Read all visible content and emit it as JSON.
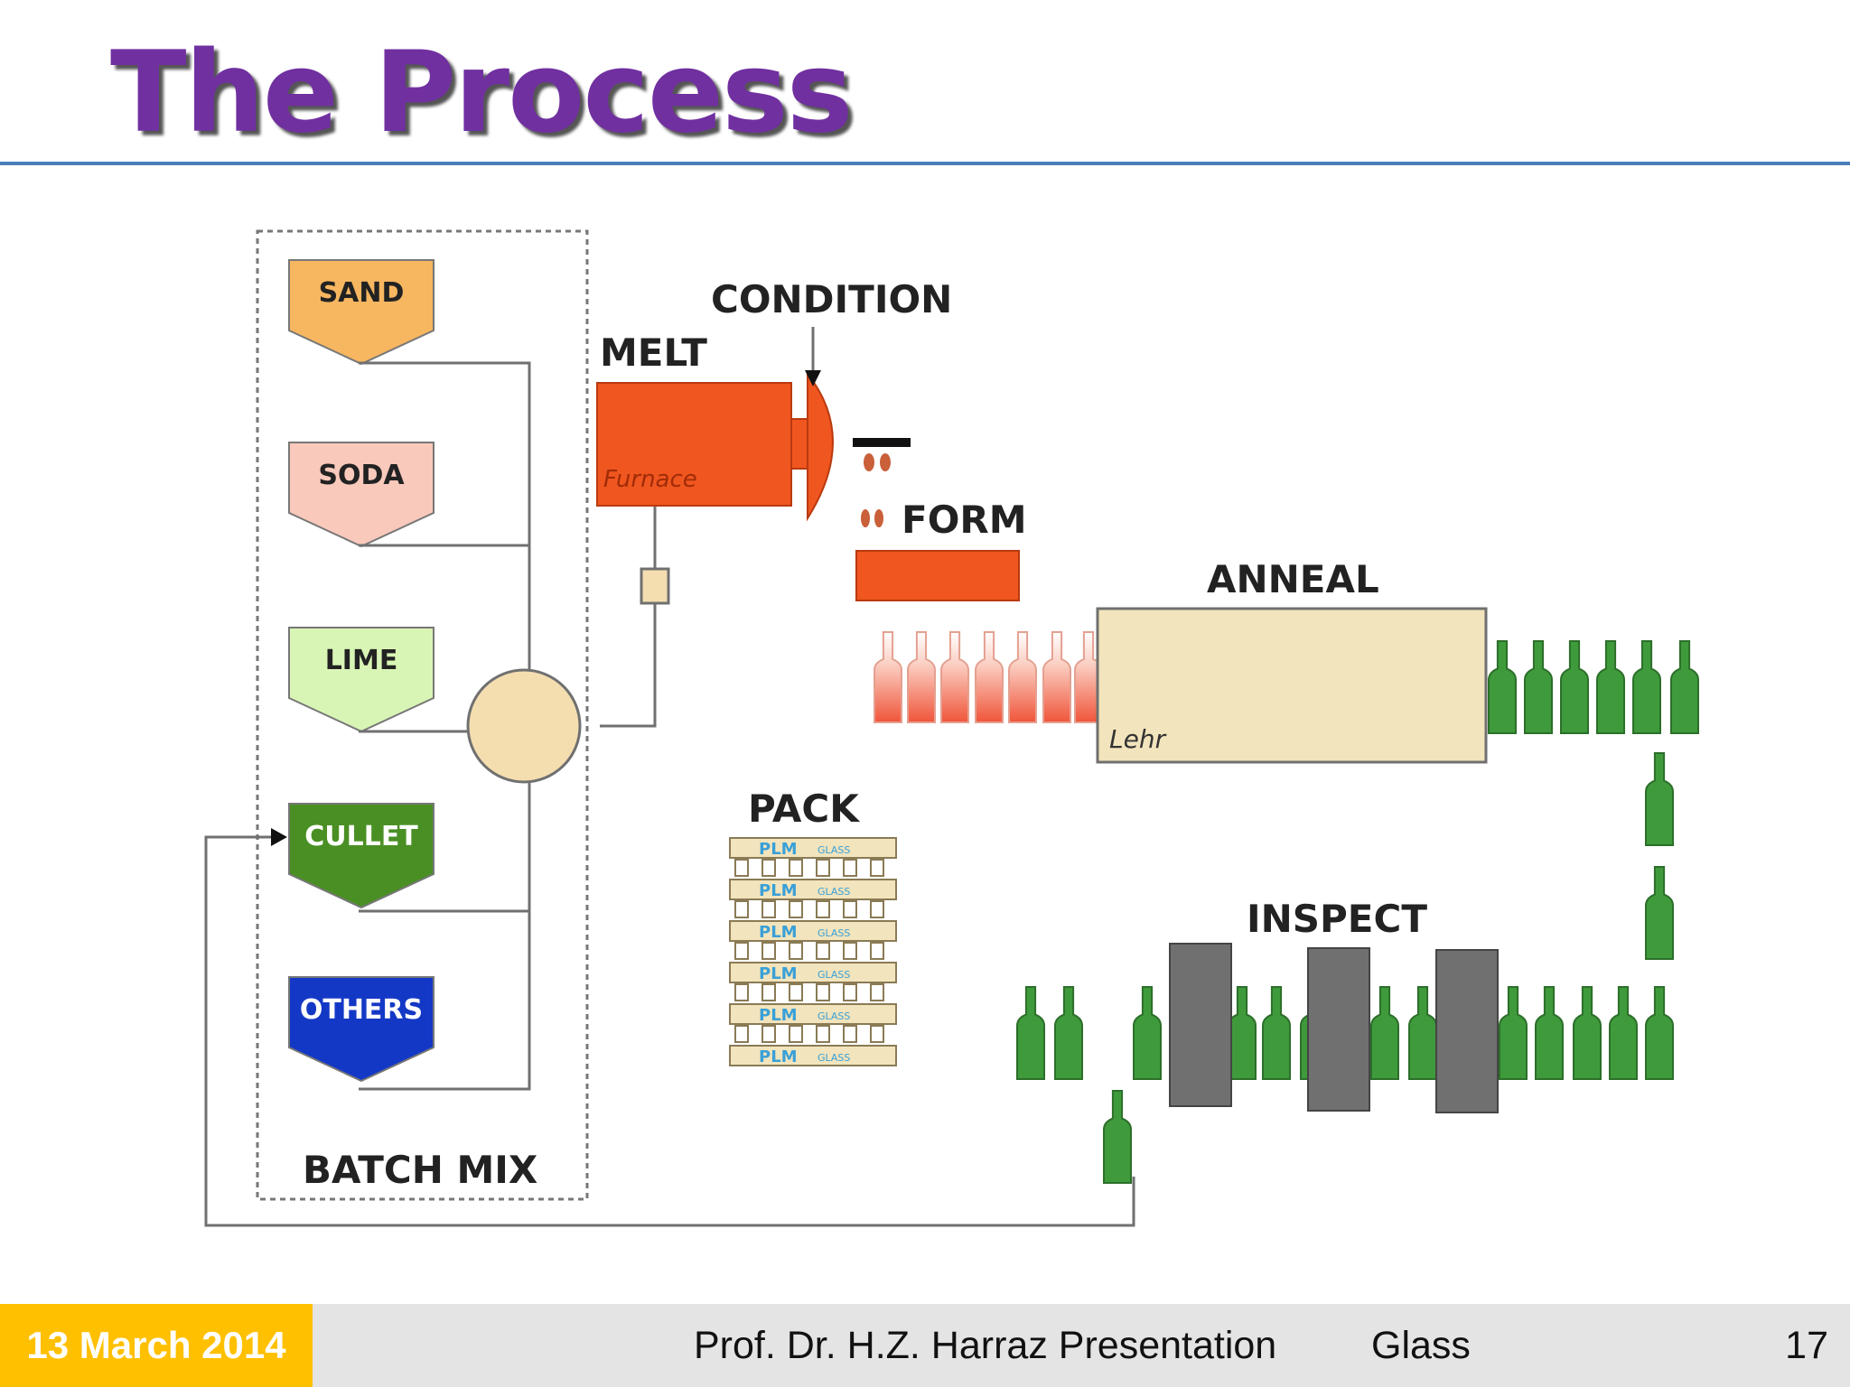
{
  "slide": {
    "title": "The Process"
  },
  "diagram": {
    "ingredients": [
      {
        "label": "SAND",
        "color": "#f7b660",
        "text_color": "#222222"
      },
      {
        "label": "SODA",
        "color": "#f9c9bb",
        "text_color": "#222222"
      },
      {
        "label": "LIME",
        "color": "#d9f5b5",
        "text_color": "#222222"
      },
      {
        "label": "CULLET",
        "color": "#4a8f24",
        "text_color": "#ffffff"
      },
      {
        "label": "OTHERS",
        "color": "#1438c6",
        "text_color": "#ffffff"
      }
    ],
    "batch_mix_label": "BATCH MIX",
    "melt_label": "MELT",
    "furnace_label": "Furnace",
    "condition_label": "CONDITION",
    "form_label": "FORM",
    "anneal_label": "ANNEAL",
    "lehr_label": "Lehr",
    "inspect_label": "INSPECT",
    "pack_label": "PACK",
    "pack_crate_brand": "PLM",
    "pack_crate_text": "GLASS",
    "colors": {
      "furnace": "#f0561f",
      "lehr": "#f2e4bc",
      "mixer": "#f4deb0",
      "bottle_green": "#3f9a3c",
      "hot_bottle": "#f47a62",
      "inspect_block": "#707070",
      "line": "#707070",
      "crate": "#f2e4bc",
      "crate_text": "#3aa0d8"
    }
  },
  "footer": {
    "date": "13 March 2014",
    "presenter": "Prof. Dr. H.Z. Harraz Presentation",
    "subject": "Glass",
    "page": "17"
  }
}
